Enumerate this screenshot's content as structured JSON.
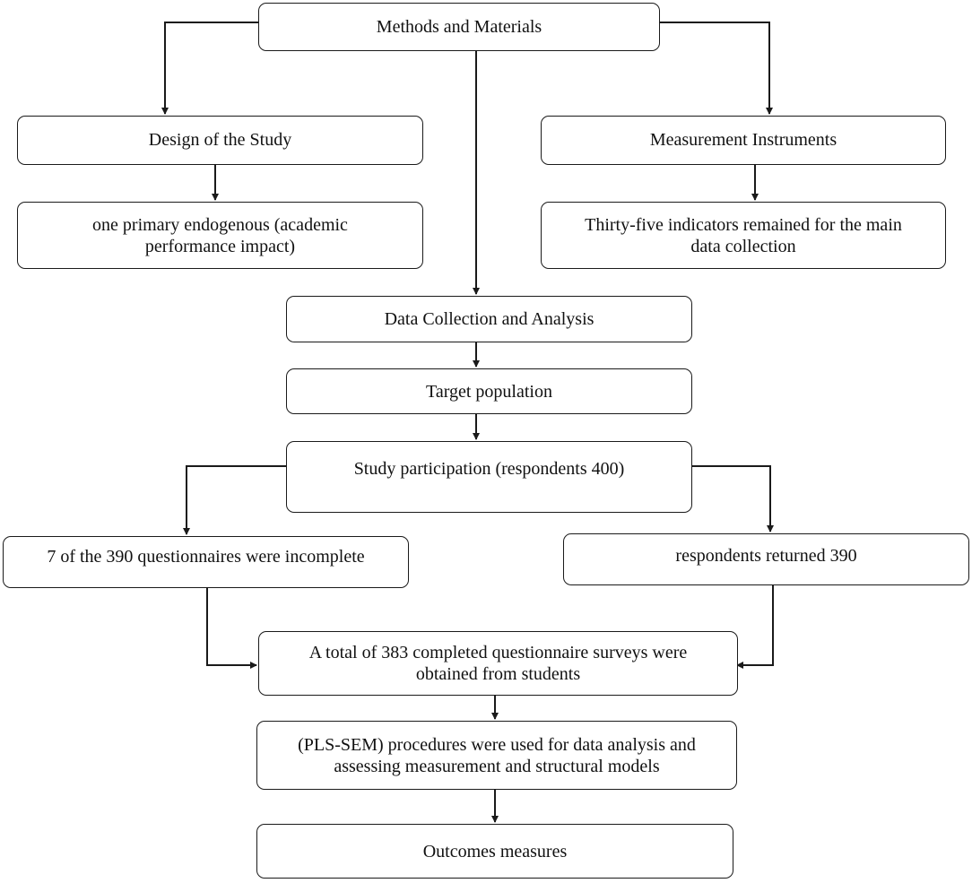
{
  "boxes": {
    "methods": "Methods and Materials",
    "design": "Design of the Study",
    "endogenous": "one primary endogenous (academic\nperformance impact)",
    "instruments": "Measurement Instruments",
    "indicators": "Thirty-five indicators remained for the main\ndata collection",
    "data_collection": "Data Collection and Analysis",
    "target": "Target population",
    "participation": "Study participation (respondents 400)",
    "incomplete": "7 of the 390 questionnaires were incomplete",
    "returned": "respondents returned 390",
    "completed": "A total of 383 completed questionnaire surveys were\nobtained from students",
    "plssem": "(PLS-SEM) procedures were used for data analysis and\nassessing measurement and structural models",
    "outcomes": "Outcomes measures"
  },
  "colors": {
    "line": "#1a1a1a",
    "text": "#111111",
    "background": "#ffffff"
  }
}
